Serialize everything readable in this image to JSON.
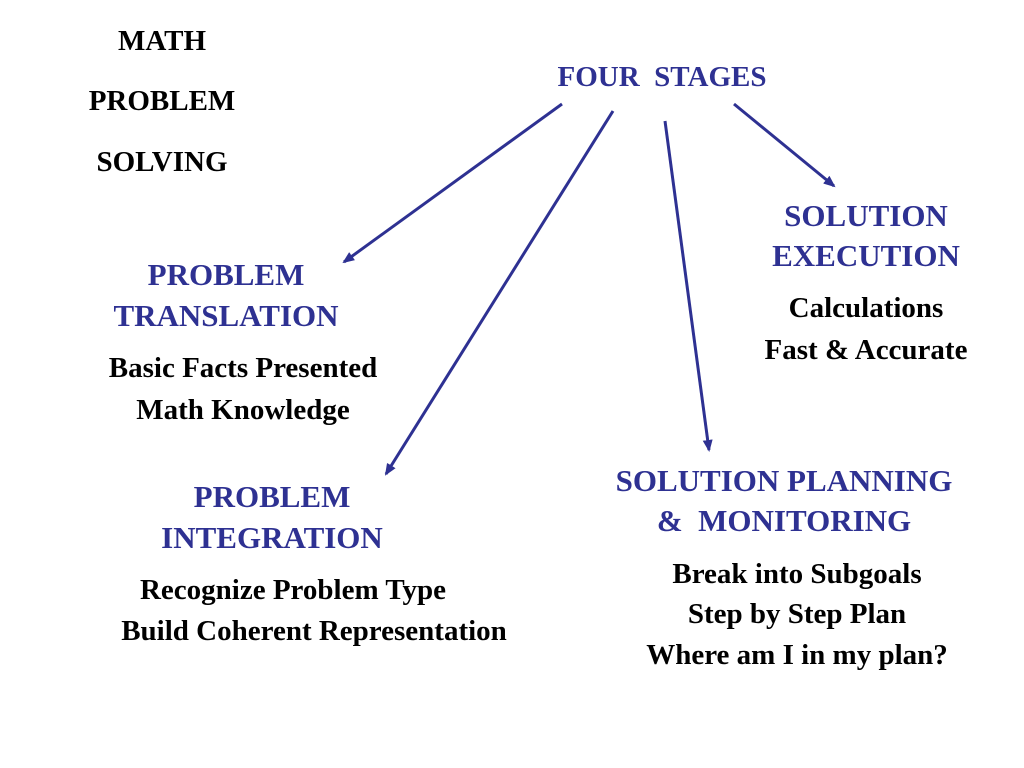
{
  "title": {
    "lines": [
      "MATH",
      "PROBLEM",
      "SOLVING"
    ]
  },
  "root": {
    "label": "FOUR  STAGES"
  },
  "stages": {
    "execution": {
      "heading": [
        "SOLUTION",
        "EXECUTION"
      ],
      "details": [
        "Calculations",
        "Fast & Accurate"
      ]
    },
    "translation": {
      "heading": [
        "PROBLEM",
        "TRANSLATION"
      ],
      "details": [
        "Basic Facts Presented",
        "Math Knowledge"
      ]
    },
    "integration": {
      "heading": [
        "PROBLEM",
        "INTEGRATION"
      ],
      "details": [
        "Recognize Problem Type",
        "Build Coherent Representation"
      ]
    },
    "planning": {
      "heading": [
        "SOLUTION PLANNING",
        "&  MONITORING"
      ],
      "details": [
        "Break into Subgoals",
        "Step by Step Plan",
        "Where am I in my plan?"
      ]
    }
  },
  "colors": {
    "heading": "#2e3192",
    "body": "#000000",
    "arrow": "#2e3192"
  }
}
